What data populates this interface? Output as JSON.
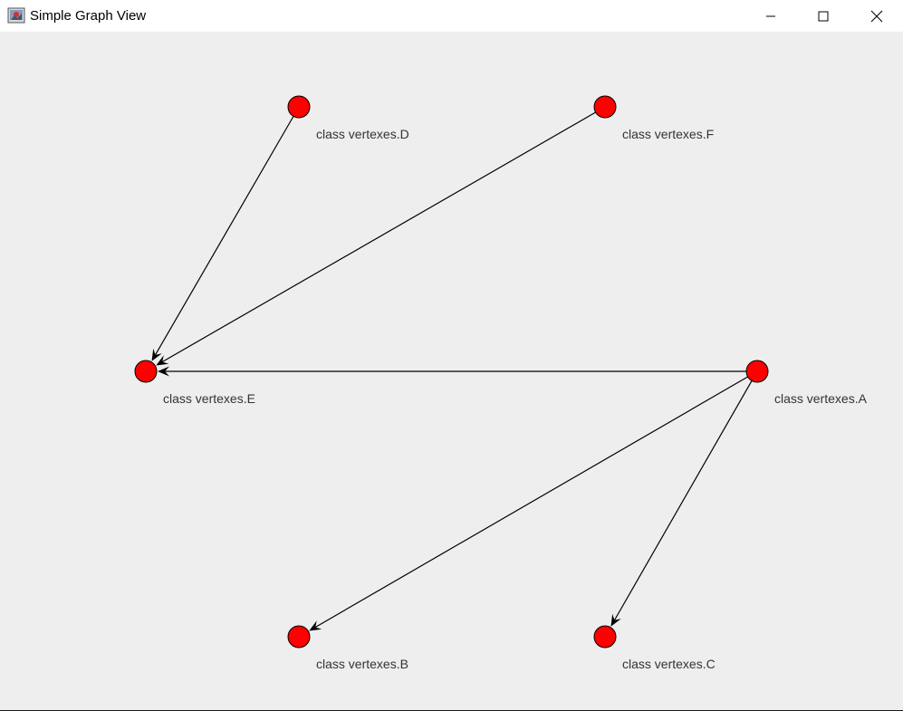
{
  "window": {
    "title": "Simple Graph View",
    "controls": {
      "minimize_icon": "minimize-icon",
      "maximize_icon": "maximize-icon",
      "close_icon": "close-icon"
    }
  },
  "graph": {
    "vertex_color": "#ff0000",
    "vertex_border_color": "#000000",
    "edge_color": "#000000",
    "vertices": [
      {
        "id": "D",
        "label": "class vertexes.D"
      },
      {
        "id": "F",
        "label": "class vertexes.F"
      },
      {
        "id": "E",
        "label": "class vertexes.E"
      },
      {
        "id": "A",
        "label": "class vertexes.A"
      },
      {
        "id": "B",
        "label": "class vertexes.B"
      },
      {
        "id": "C",
        "label": "class vertexes.C"
      }
    ],
    "edges": [
      {
        "from": "D",
        "to": "E"
      },
      {
        "from": "F",
        "to": "E"
      },
      {
        "from": "A",
        "to": "E"
      },
      {
        "from": "A",
        "to": "B"
      },
      {
        "from": "A",
        "to": "C"
      }
    ]
  }
}
